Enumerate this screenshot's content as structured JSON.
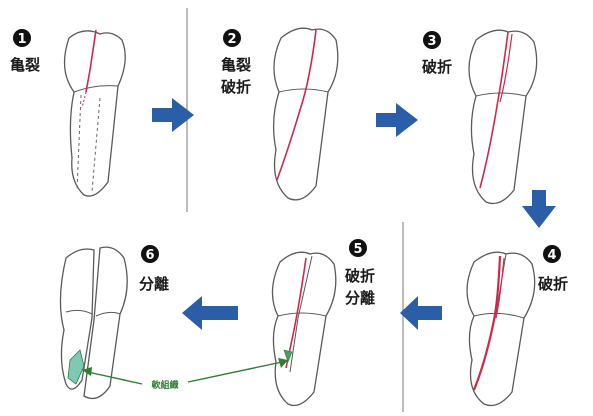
{
  "steps": [
    {
      "num": "1",
      "lines": [
        "亀裂"
      ]
    },
    {
      "num": "2",
      "lines": [
        "亀裂",
        "破折"
      ]
    },
    {
      "num": "3",
      "lines": [
        "破折"
      ]
    },
    {
      "num": "4",
      "lines": [
        "破折"
      ]
    },
    {
      "num": "5",
      "lines": [
        "破折",
        "分離"
      ]
    },
    {
      "num": "6",
      "lines": [
        "分離"
      ]
    }
  ],
  "soft_tissue_label": "軟組織",
  "colors": {
    "arrow": "#2a5fa8",
    "crack": "#d0284a",
    "outline": "#5a5a5a",
    "soft_tissue": "#2e7d32",
    "badge": "#111111"
  }
}
